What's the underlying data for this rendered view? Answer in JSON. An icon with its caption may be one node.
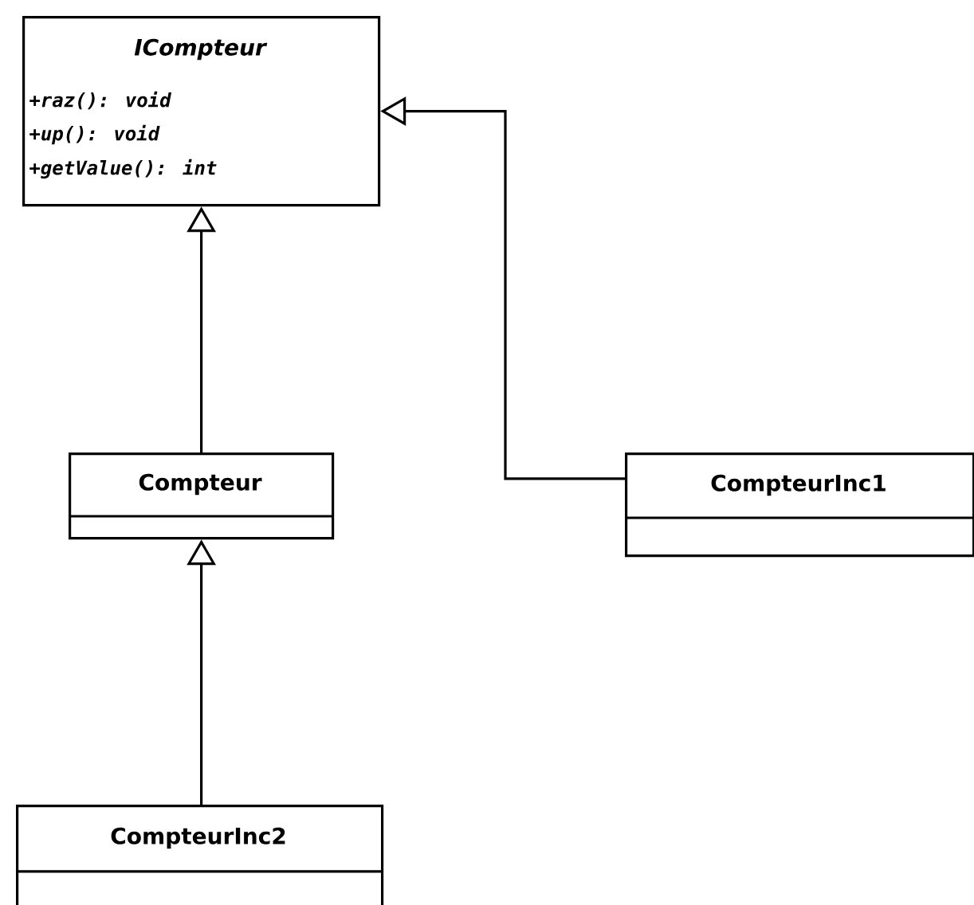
{
  "diagram": {
    "nodes": [
      {
        "text": [
          "ICompteur",
          "+raz(): void",
          "+up(): void",
          "+getValue(): int"
        ]
      },
      {
        "text": [
          "Compteur"
        ]
      },
      {
        "text": [
          "CompteurInc1"
        ]
      },
      {
        "text": [
          "CompteurInc2"
        ]
      }
    ],
    "edges": [
      {
        "from": 1,
        "to": 0,
        "arrow": "to"
      },
      {
        "from": 2,
        "to": 0,
        "arrow": "to"
      },
      {
        "from": 3,
        "to": 1,
        "arrow": "to"
      }
    ]
  }
}
